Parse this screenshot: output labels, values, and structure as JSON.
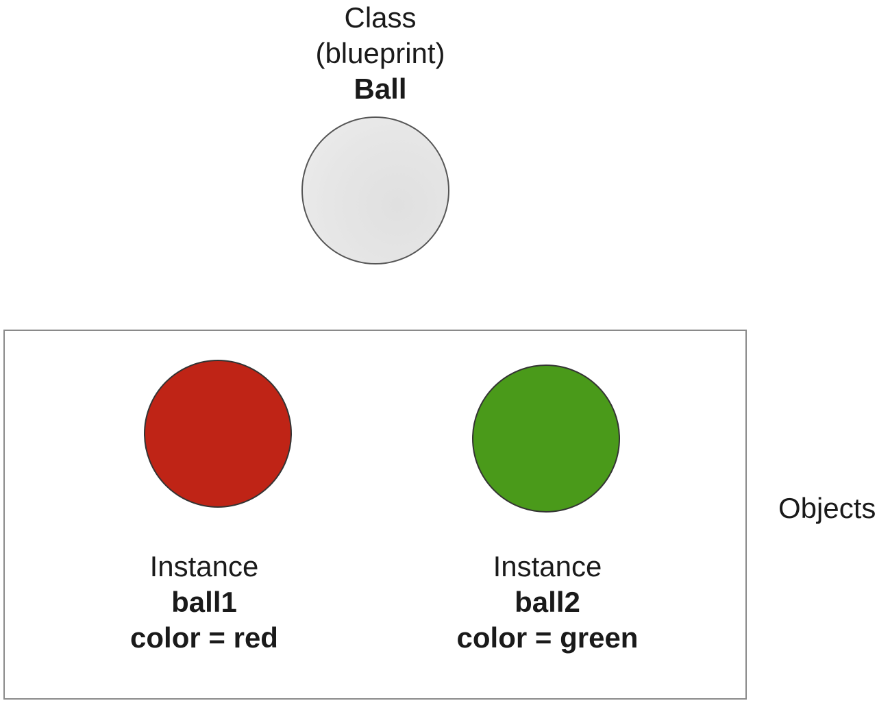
{
  "class": {
    "heading": "Class",
    "subheading": "(blueprint)",
    "name": "Ball",
    "fill_color": "#e6e6e6"
  },
  "objects_label": "Objects",
  "instances": [
    {
      "heading": "Instance",
      "name": "ball1",
      "property": "color = red",
      "fill_color": "#bf2416"
    },
    {
      "heading": "Instance",
      "name": "ball2",
      "property": "color = green",
      "fill_color": "#4a9a1a"
    }
  ]
}
